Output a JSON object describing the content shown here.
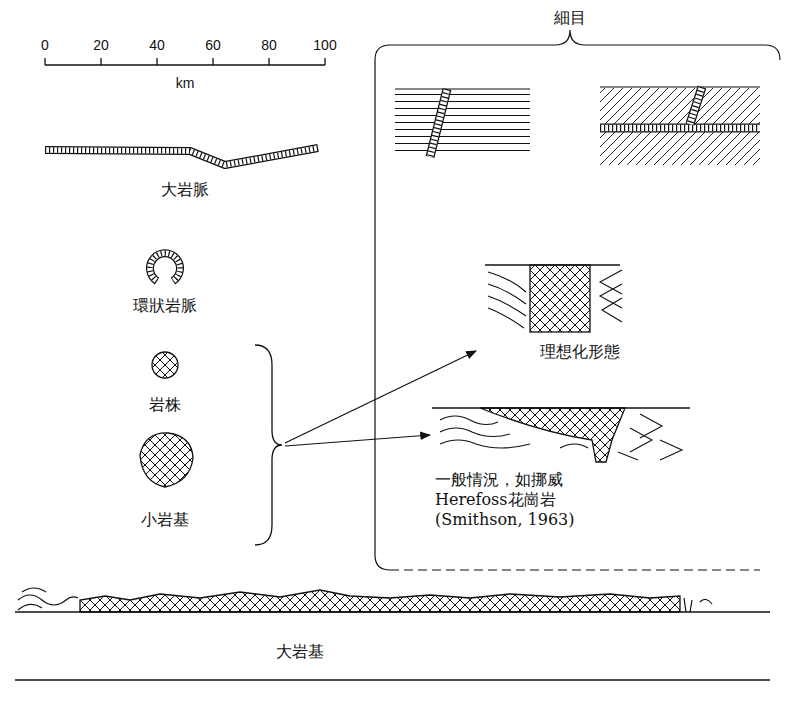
{
  "diagram": {
    "nodes": [
      {
        "text": [
          "細目",
          "理想化形態",
          "一般情況，如挪威 Herefoss花崗岩 (Smithson, 1963)"
        ]
      }
    ],
    "labels": [
      "0",
      "20",
      "40",
      "60",
      "80",
      "100",
      "km",
      "大岩脈",
      "環狀岩脈",
      "岩株",
      "小岩基",
      "大岩基"
    ]
  }
}
